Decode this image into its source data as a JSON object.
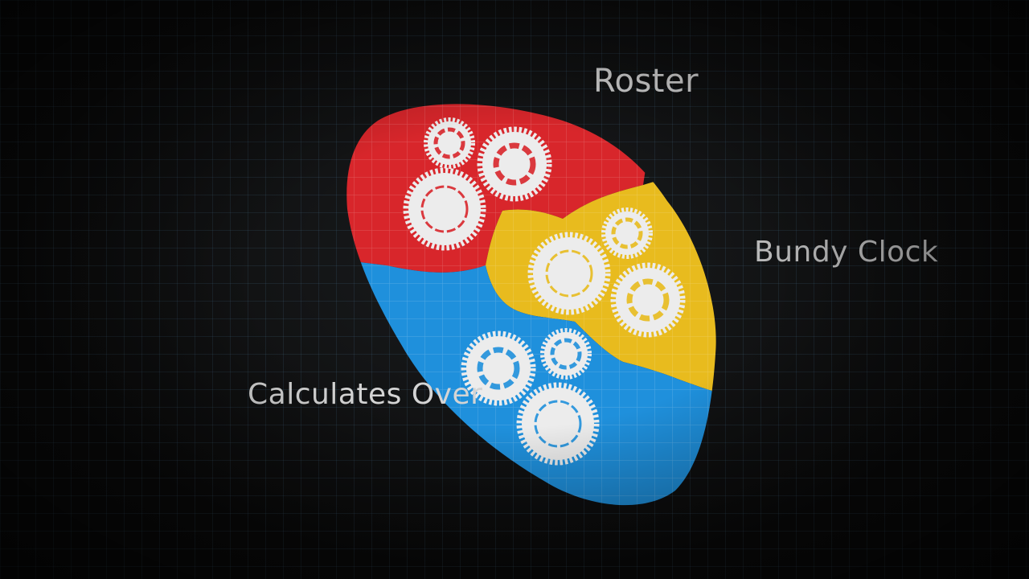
{
  "labels": {
    "roster": "Roster",
    "bundy_clock": "Bundy Clock",
    "calculates_over": "Calculates Over"
  },
  "colors": {
    "background": "#0a0a0a",
    "grid": "#466e8c",
    "red_region": "#d8262b",
    "yellow_region": "#e8bb1e",
    "blue_region": "#1f90dc",
    "gear": "#ececec",
    "text": "#d4d4d4"
  },
  "icons": [
    "gear-icon"
  ]
}
